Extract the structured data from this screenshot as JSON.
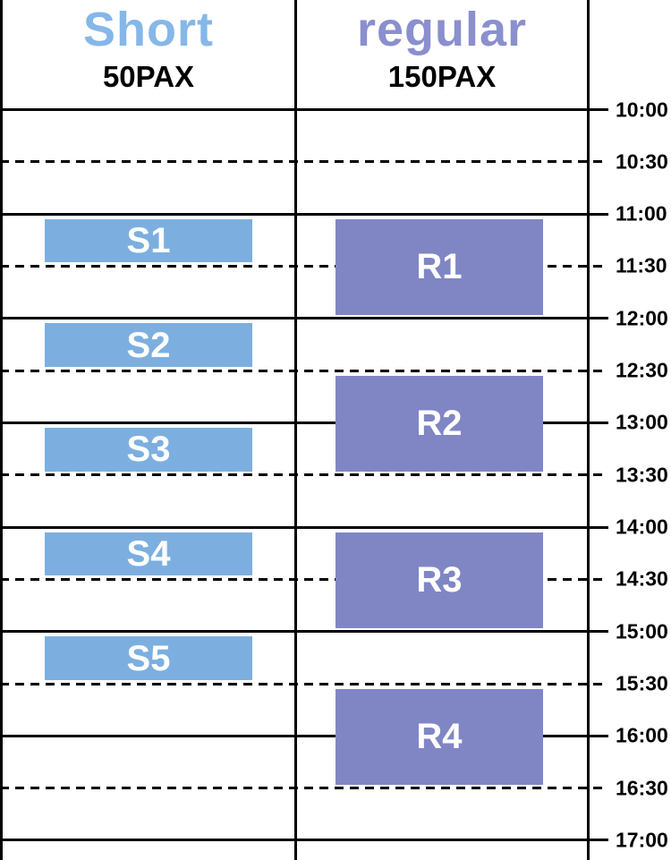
{
  "chart_data": {
    "type": "schedule-gantt",
    "title": "",
    "time_axis": {
      "start": "10:00",
      "end": "17:00",
      "interval_minutes": 30,
      "label_side": "right",
      "tick_labels": [
        "10:00",
        "10:30",
        "11:00",
        "11:30",
        "12:00",
        "12:30",
        "13:00",
        "13:30",
        "14:00",
        "14:30",
        "15:00",
        "15:30",
        "16:00",
        "16:30",
        "17:00"
      ]
    },
    "grid": {
      "hour_line_style": "solid",
      "half_hour_line_style": "dashed",
      "line_color": "#000000"
    },
    "bar_label_color": "#ffffff",
    "time_label_color": "#000000",
    "columns": [
      {
        "id": "short",
        "title": "Short",
        "subtitle": "50PAX",
        "title_color": "#85B7E8",
        "subtitle_color": "#000000",
        "bar_color": "#7CAFDF",
        "sessions": [
          {
            "label": "S1",
            "start": "11:00",
            "end": "11:30"
          },
          {
            "label": "S2",
            "start": "12:00",
            "end": "12:30"
          },
          {
            "label": "S3",
            "start": "13:00",
            "end": "13:30"
          },
          {
            "label": "S4",
            "start": "14:00",
            "end": "14:30"
          },
          {
            "label": "S5",
            "start": "15:00",
            "end": "15:30"
          }
        ]
      },
      {
        "id": "regular",
        "title": "regular",
        "subtitle": "150PAX",
        "title_color": "#8A8FCE",
        "subtitle_color": "#000000",
        "bar_color": "#8086C4",
        "sessions": [
          {
            "label": "R1",
            "start": "11:00",
            "end": "12:00"
          },
          {
            "label": "R2",
            "start": "12:30",
            "end": "13:30"
          },
          {
            "label": "R3",
            "start": "14:00",
            "end": "15:00"
          },
          {
            "label": "R4",
            "start": "15:30",
            "end": "16:30"
          }
        ]
      }
    ]
  }
}
